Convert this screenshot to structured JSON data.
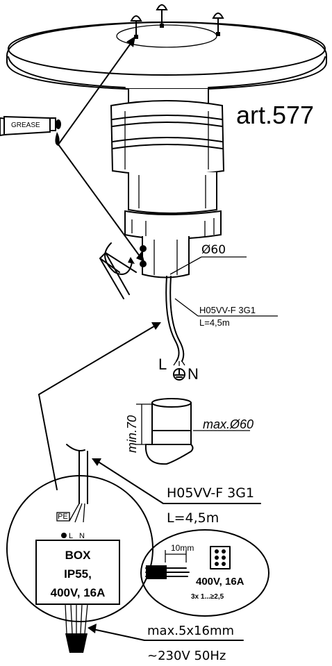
{
  "title": "art.577",
  "grease_label": "GREASE",
  "diameter_label": "Ø60",
  "cable_top": {
    "type": "H05VV-F 3G1",
    "length": "L=4,5m"
  },
  "terminals": {
    "line": "L",
    "neutral": "N"
  },
  "pipe": {
    "min_height": "min.70",
    "max_diameter": "max.Ø60"
  },
  "cable_bottom": {
    "type": "H05VV-F 3G1",
    "length": "L=4,5m"
  },
  "box_terminals": {
    "pe": "PE",
    "line": "L",
    "neutral": "N"
  },
  "box": {
    "line1": "BOX",
    "line2": "IP55,",
    "line3": "400V, 16A"
  },
  "detail": {
    "strip_length": "10mm",
    "rating": "400V, 16A",
    "wire_spec": "3x 1...≥2,5"
  },
  "supply": {
    "cable": "max.5x16mm",
    "voltage": "~230V 50Hz"
  }
}
